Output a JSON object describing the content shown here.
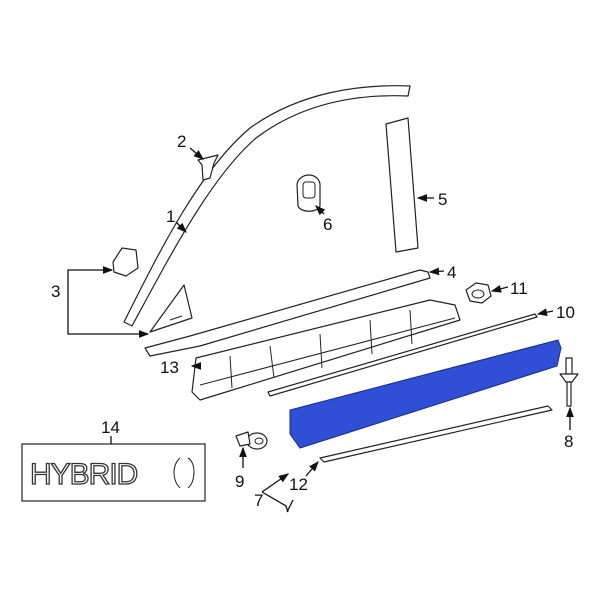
{
  "diagram": {
    "highlight_color": "#2f4fd6",
    "highlighted_part": "7",
    "callouts": {
      "c1": "1",
      "c2": "2",
      "c3": "3",
      "c4": "4",
      "c5": "5",
      "c6": "6",
      "c7": "7",
      "c8": "8",
      "c9": "9",
      "c10": "10",
      "c11": "11",
      "c12": "12",
      "c13": "13",
      "c14": "14"
    },
    "emblem_text": "HYBRID"
  }
}
